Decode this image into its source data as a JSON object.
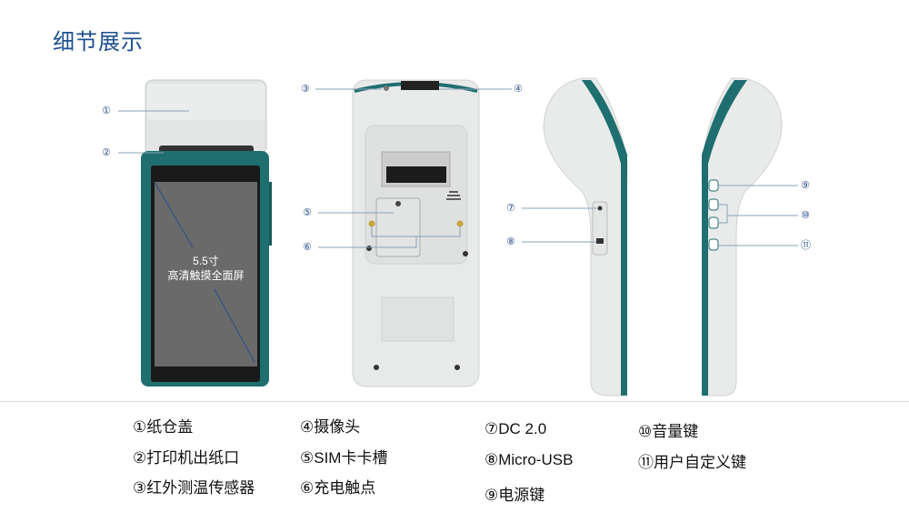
{
  "title": "细节展示",
  "screen_caption": {
    "line1": "5.5寸",
    "line2": "高清触摸全面屏"
  },
  "callout_markers": [
    "①",
    "②",
    "③",
    "④",
    "⑤",
    "⑥",
    "⑦",
    "⑧",
    "⑨",
    "⑩",
    "⑪"
  ],
  "legend": [
    "①纸仓盖",
    "②打印机出纸口",
    "③红外测温传感器",
    "④摄像头",
    "⑤SIM卡卡槽",
    "⑥充电触点",
    "⑦DC 2.0",
    "⑧Micro-USB",
    "⑨电源键",
    "⑩音量键",
    "⑪用户自定义键"
  ],
  "colors": {
    "title": "#1d4f8f",
    "device_teal": "#1f6e70",
    "device_shell": "#e6e8e8",
    "callout": "#2a4f86"
  }
}
